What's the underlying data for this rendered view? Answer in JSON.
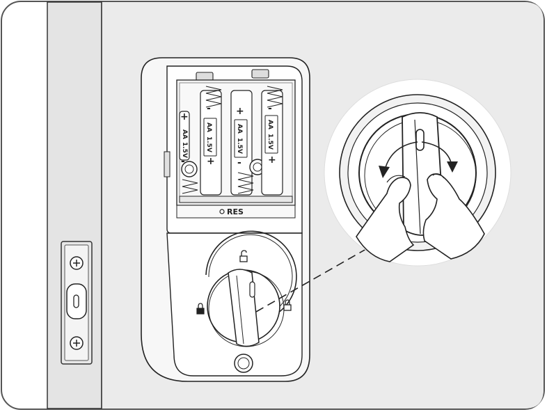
{
  "device_labels": {
    "reset_button": "RES"
  },
  "batteries": [
    {
      "type": "AA",
      "voltage": "1.5V",
      "terminal_top": "+",
      "terminal_bottom": "-"
    },
    {
      "type": "AA",
      "voltage": "1.5V",
      "terminal_top": "-",
      "terminal_bottom": "+"
    },
    {
      "type": "AA",
      "voltage": "1.5V",
      "terminal_top": "+",
      "terminal_bottom": "-"
    },
    {
      "type": "AA",
      "voltage": "1.5V",
      "terminal_top": "-",
      "terminal_bottom": "+"
    }
  ],
  "icons": {
    "lock_left": "lock-closed-icon",
    "lock_right": "lock-closed-icon",
    "unlock_top": "lock-open-icon",
    "rotation": "rotate-arrows-icon"
  },
  "colors": {
    "outline": "#222222",
    "frame_fill": "#e4e4e4",
    "wall_fill": "#e8e8e8",
    "device_fill": "#ffffff",
    "border": "#555555"
  }
}
